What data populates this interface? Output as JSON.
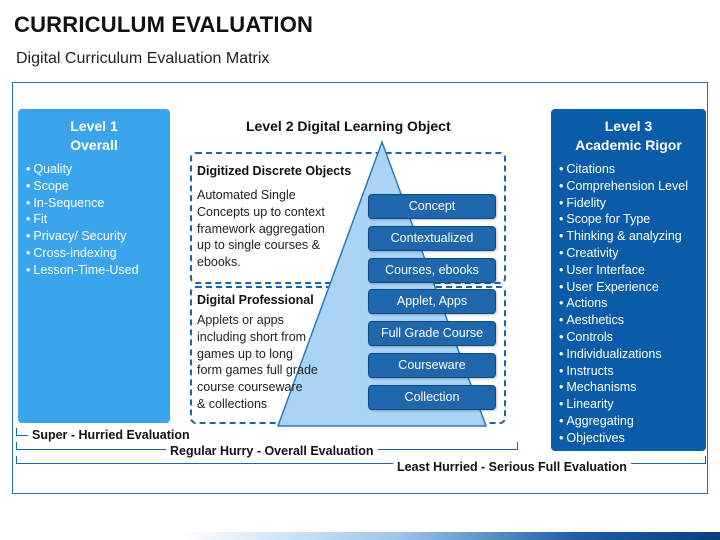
{
  "header": {
    "title": "CURRICULUM EVALUATION",
    "subtitle": "Digital Curriculum Evaluation Matrix"
  },
  "level1": {
    "line1": "Level 1",
    "line2": "Overall",
    "items": [
      "Quality",
      "Scope",
      "In-Sequence",
      "Fit",
      "Privacy/ Security",
      "Cross-indexing",
      "Lesson-Time-Used"
    ]
  },
  "level2": {
    "title": "Level 2 Digital Learning Object",
    "group1": {
      "title": "Digitized Discrete Objects",
      "lines": [
        "Automated Single",
        "Concepts up to context",
        "framework aggregation",
        "up to single courses &",
        "ebooks."
      ]
    },
    "group2": {
      "title": "Digital Professional",
      "lines": [
        "Applets or apps",
        "including short from",
        "games up to long",
        "form games full grade",
        "course courseware",
        "& collections"
      ]
    },
    "pills": [
      "Concept",
      "Contextualized",
      "Courses, ebooks",
      "Applet, Apps",
      "Full Grade Course",
      "Courseware",
      "Collection"
    ]
  },
  "level3": {
    "line1": "Level 3",
    "line2": "Academic Rigor",
    "items": [
      "Citations",
      "Comprehension Level",
      "Fidelity",
      "Scope for Type",
      "Thinking & analyzing",
      "Creativity",
      "User Interface",
      "User Experience",
      "Actions",
      "Aesthetics",
      "Controls",
      "Individualizations",
      "Instructs",
      "Mechanisms",
      "Linearity",
      "Aggregating",
      "Objectives"
    ]
  },
  "brackets": {
    "super": "Super - Hurried Evaluation",
    "regular": "Regular Hurry - Overall Evaluation",
    "least": "Least Hurried - Serious Full Evaluation"
  },
  "colors": {
    "level1": "#3aa4ec",
    "level3": "#0b5ca8",
    "pill": "#1e67ad",
    "pyramid": "#a9d4f5"
  }
}
